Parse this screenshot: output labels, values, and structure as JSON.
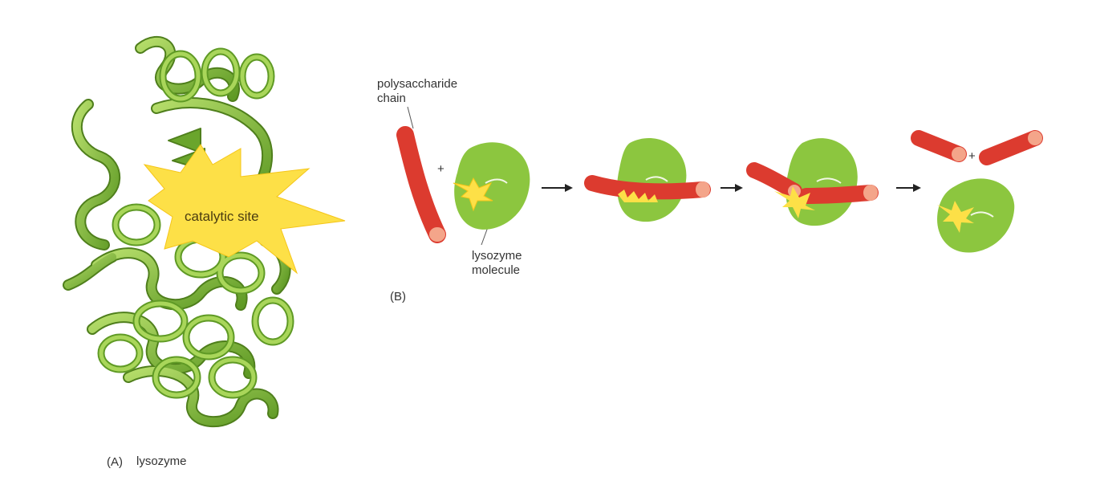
{
  "panel_a": {
    "caption_letter": "(A)",
    "caption_text": "lysozyme",
    "site_label": "catalytic site"
  },
  "panel_b": {
    "caption": "(B)",
    "chain_label_1": "polysaccharide",
    "chain_label_2": "chain",
    "enzyme_label_1": "lysozyme",
    "enzyme_label_2": "molecule",
    "plus_1": "+",
    "plus_2": "+"
  },
  "colors": {
    "protein_green": "#8cc63f",
    "ribbon_dark": "#5a8f22",
    "site_yellow": "#fde047",
    "chain_red": "#dc3b2f",
    "chain_end": "#f4a58a",
    "arrow": "#222222"
  }
}
